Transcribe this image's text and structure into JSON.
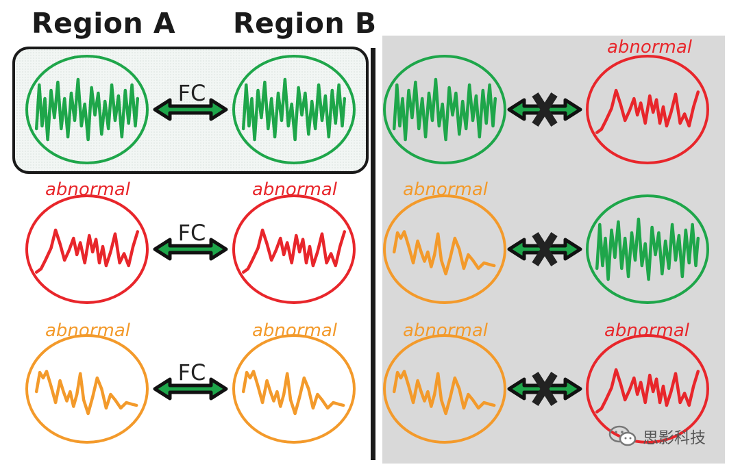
{
  "headers": {
    "region_a": "Region A",
    "region_b": "Region B"
  },
  "fc_label": "FC",
  "abnormal_label": "abnormal",
  "watermark": {
    "text": "思影科技",
    "icon": "wechat-icon"
  },
  "colors": {
    "normal": "#1ea64a",
    "red": "#e8262b",
    "orange": "#f39a2b",
    "arrow": "#1ea64a",
    "panel": "#d9d9d9",
    "connector_dark": "#222222"
  },
  "left_pairs": [
    {
      "region_a": "normal",
      "region_b": "normal",
      "connected": true,
      "highlighted": true
    },
    {
      "region_a": "abnormal-red",
      "region_b": "abnormal-red",
      "connected": true
    },
    {
      "region_a": "abnormal-orange",
      "region_b": "abnormal-orange",
      "connected": true
    }
  ],
  "right_pairs": [
    {
      "region_a": "normal",
      "region_b": "abnormal-red",
      "connected": false
    },
    {
      "region_a": "abnormal-orange",
      "region_b": "normal",
      "connected": false
    },
    {
      "region_a": "abnormal-orange",
      "region_b": "abnormal-red",
      "connected": false
    }
  ]
}
